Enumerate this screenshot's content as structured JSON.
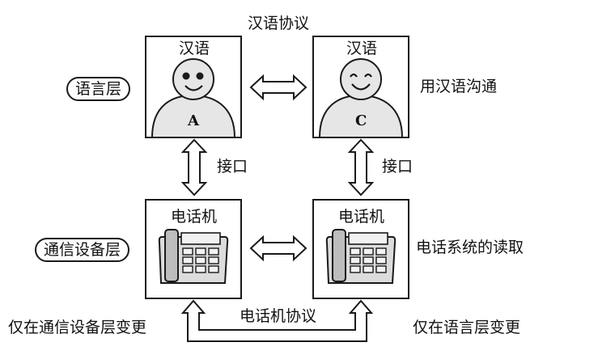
{
  "top_protocol": "汉语协议",
  "bottom_protocol": "电话机协议",
  "layers": {
    "language": "语言层",
    "device": "通信设备层"
  },
  "person_a": {
    "language": "汉语",
    "letter": "A"
  },
  "person_c": {
    "language": "汉语",
    "letter": "C"
  },
  "phone_a": {
    "title": "电话机"
  },
  "phone_c": {
    "title": "电话机"
  },
  "interface_left": "接口",
  "interface_right": "接口",
  "right_upper_note": "用汉语沟通",
  "right_lower_note": "电话系统的读取",
  "bottom_left_note": "仅在通信设备层变更",
  "bottom_right_note": "仅在语言层变更",
  "colors": {
    "line": "#1a1a1a",
    "person_fill": "#e6e6e6",
    "phone_fill": "#dcdcdc",
    "background": "#ffffff"
  }
}
